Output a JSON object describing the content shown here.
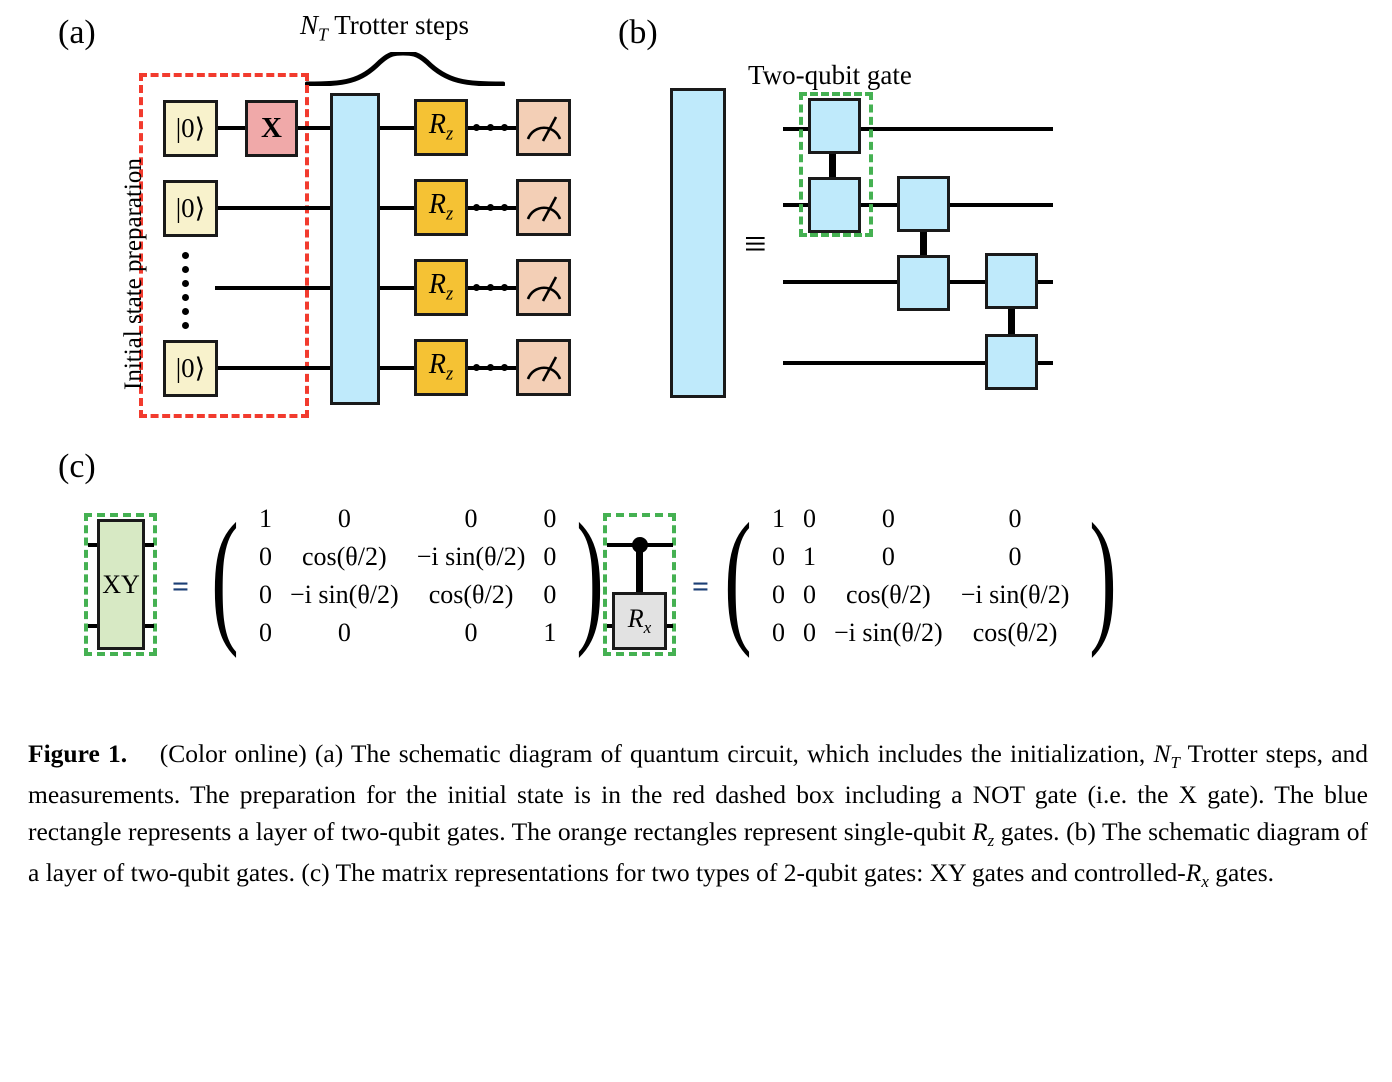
{
  "figure": {
    "panels": [
      {
        "id": "a",
        "label": "(a)"
      },
      {
        "id": "b",
        "label": "(b)"
      },
      {
        "id": "c",
        "label": "(c)"
      }
    ]
  },
  "panel_a": {
    "label": "(a)",
    "trotter_label_prefix": "N",
    "trotter_label_sub": "T",
    "trotter_label_rest": " Trotter steps",
    "vertical_label": "Initial state preparation",
    "ket_label": "|0⟩",
    "x_gate_label": "X",
    "rz_gate_label": "R",
    "rz_gate_sub": "z",
    "measure_icon": "meter-icon",
    "ellipsis": "···",
    "rows": [
      {
        "ket": "|0⟩",
        "has_x": true,
        "rz": "R",
        "rz_sub": "z",
        "measure": true
      },
      {
        "ket": "|0⟩",
        "has_x": false,
        "rz": "R",
        "rz_sub": "z",
        "measure": true
      },
      {
        "ket": "",
        "has_x": false,
        "rz": "R",
        "rz_sub": "z",
        "measure": true
      },
      {
        "ket": "|0⟩",
        "has_x": false,
        "rz": "R",
        "rz_sub": "z",
        "measure": true
      }
    ],
    "vertical_dots_count": 6
  },
  "panel_b": {
    "label": "(b)",
    "two_qubit_gate_label": "Two-qubit gate",
    "equiv_symbol": "≡",
    "wire_count": 4,
    "gate_pairs": [
      {
        "top_row": 1,
        "bottom_row": 2,
        "highlighted": true
      },
      {
        "top_row": 2,
        "bottom_row": 3,
        "highlighted": false
      },
      {
        "top_row": 3,
        "bottom_row": 4,
        "highlighted": false
      }
    ]
  },
  "panel_c": {
    "label": "(c)",
    "equals": "=",
    "xy_gate": {
      "name": "XY",
      "label": "XY",
      "matrix": [
        [
          "1",
          "0",
          "0",
          "0"
        ],
        [
          "0",
          "cos(θ/2)",
          "−i sin(θ/2)",
          "0"
        ],
        [
          "0",
          "−i sin(θ/2)",
          "cos(θ/2)",
          "0"
        ],
        [
          "0",
          "0",
          "0",
          "1"
        ]
      ]
    },
    "crx_gate": {
      "name": "controlled-Rx",
      "label": "R",
      "label_sub": "x",
      "matrix": [
        [
          "1",
          "0",
          "0",
          "0"
        ],
        [
          "0",
          "1",
          "0",
          "0"
        ],
        [
          "0",
          "0",
          "cos(θ/2)",
          "−i sin(θ/2)"
        ],
        [
          "0",
          "0",
          "−i sin(θ/2)",
          "cos(θ/2)"
        ]
      ]
    }
  },
  "caption": {
    "figure_number": "Figure 1.",
    "text_1": "(Color online) (a) The schematic diagram of quantum circuit, which includes the initialization, ",
    "nt_1": "N",
    "nt_1_sub": "T",
    "text_2": " Trotter steps, and measurements. The preparation for the initial state is in the red dashed box including a NOT gate (i.e. the X gate). The blue rectangle represents a layer of two-qubit gates. The orange rectangles represent single-qubit ",
    "rz": "R",
    "rz_sub": "z",
    "text_3": " gates. (b) The schematic diagram of a layer of two-qubit gates. (c) The matrix representations for two types of 2-qubit gates: XY gates and controlled-",
    "rx": "R",
    "rx_sub": "x",
    "text_4": " gates."
  },
  "colors": {
    "ket_box": "#f8f2cc",
    "x_gate": "#f0a9a9",
    "rz_gate": "#f5c234",
    "measure_box": "#f3cfb6",
    "two_qubit_blue": "#bfeafb",
    "xy_green": "#d7e9c4",
    "rx_gray": "#e2e2e2",
    "dashed_red": "#f23b2e",
    "dashed_green": "#45b152",
    "wire": "#000000"
  }
}
